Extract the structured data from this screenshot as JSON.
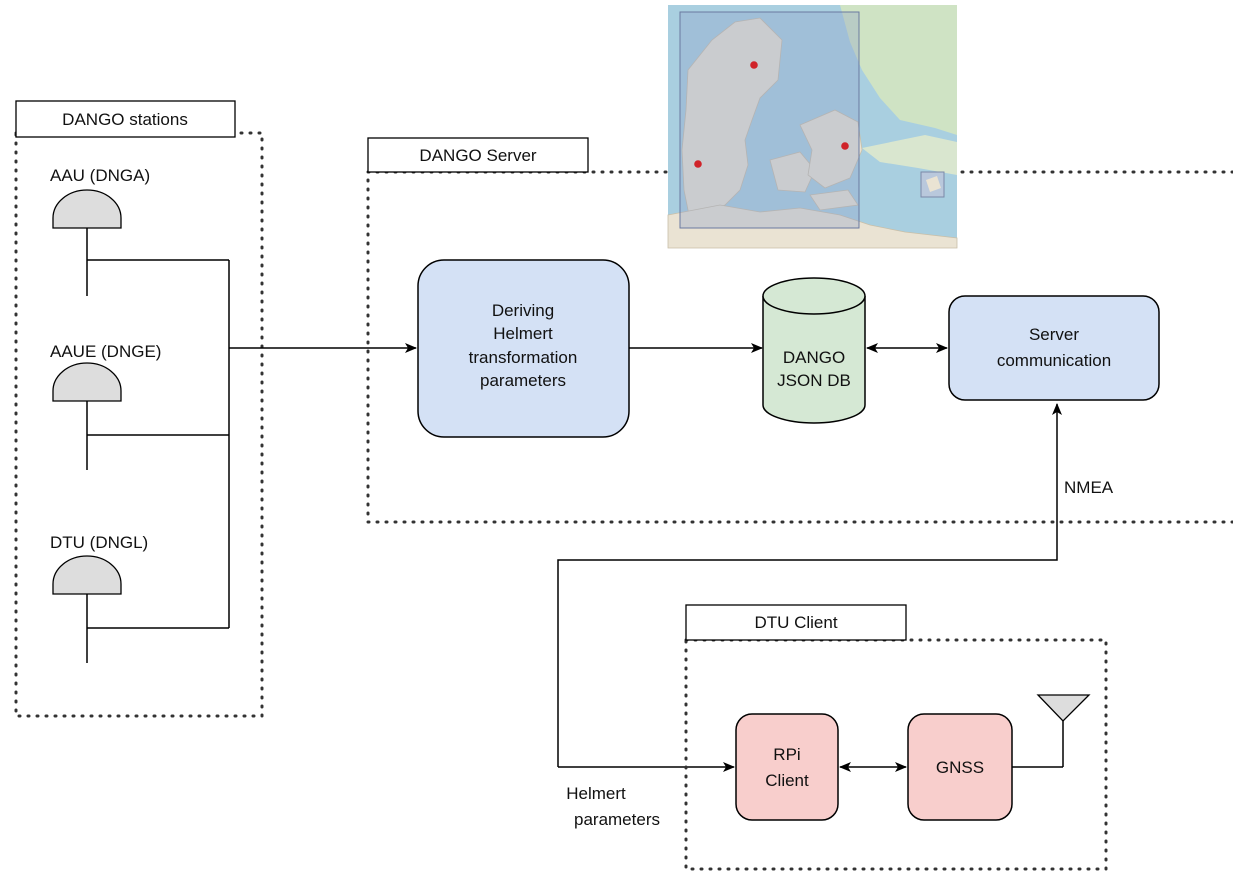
{
  "groups": {
    "stations": {
      "title": "DANGO stations"
    },
    "server": {
      "title": "DANGO Server"
    },
    "client": {
      "title": "DTU Client"
    }
  },
  "stations": [
    {
      "label": "AAU (DNGA)"
    },
    {
      "label": "AAUE (DNGE)"
    },
    {
      "label": "DTU (DNGL)"
    }
  ],
  "nodes": {
    "helmert": {
      "lines": [
        "Deriving",
        "Helmert",
        "transformation",
        "parameters"
      ]
    },
    "db": {
      "lines": [
        "DANGO",
        "JSON DB"
      ]
    },
    "comm": {
      "lines": [
        "Server",
        "communication"
      ]
    },
    "rpi": {
      "lines": [
        "RPi",
        "Client"
      ]
    },
    "gnss": {
      "lines": [
        "GNSS"
      ]
    }
  },
  "edge_labels": {
    "nmea": "NMEA",
    "helmert_params": [
      "Helmert",
      "parameters"
    ]
  },
  "colors": {
    "blue_fill": "#d4e1f5",
    "green_fill": "#d5e8d4",
    "pink_fill": "#f8cecc",
    "dome_fill": "#dddddd",
    "antenna_fill": "#dddddd",
    "map_water": "#a9cfe0",
    "map_land": "#eae3d3",
    "map_overlay": "#8fa0c8",
    "station_marker": "#d0232a"
  },
  "icons": {
    "station": "gnss-station-dome-icon",
    "antenna": "antenna-icon",
    "database": "database-cylinder-icon",
    "map": "denmark-map-thumbnail"
  }
}
